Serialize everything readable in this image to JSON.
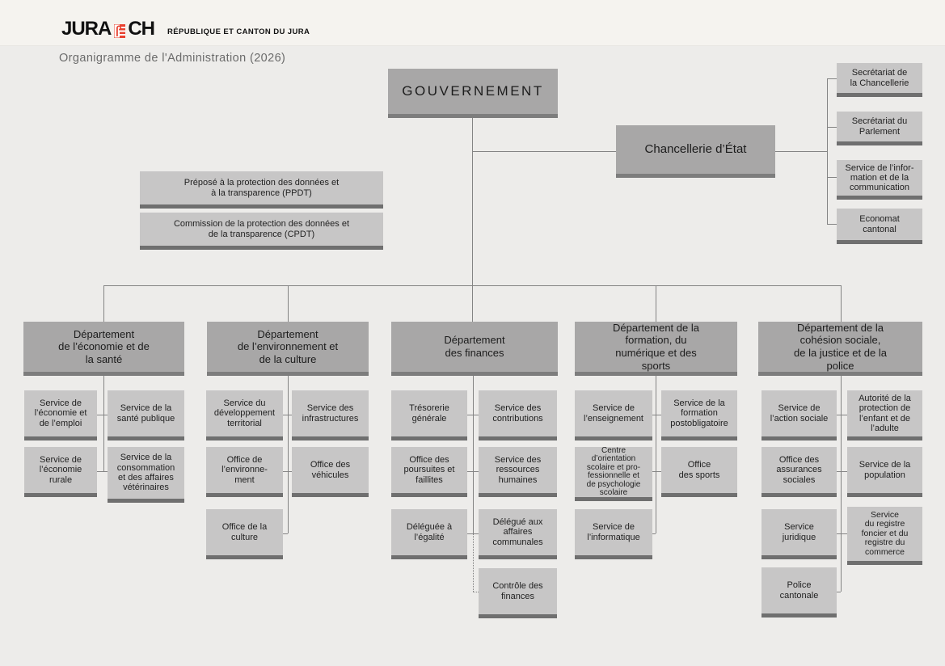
{
  "header": {
    "logo_jura": "JURA",
    "logo_ch": "CH",
    "logo_tagline": "RÉPUBLIQUE ET CANTON DU JURA",
    "title": "Organigramme de l'Administration (2026)"
  },
  "colors": {
    "accent_red": "#e8402f",
    "header_box_bg": "#a8a7a7",
    "header_box_border": "#7d7d7d",
    "sub_box_bg": "#c7c6c6",
    "sub_box_border": "#6f6f6f",
    "background": "#edecea",
    "top_band": "#f5f3ef",
    "connector": "#848484"
  },
  "government": {
    "label": "GOUVERNEMENT"
  },
  "chancellery": {
    "label": "Chancellerie d’État",
    "units": [
      {
        "label": "Secrétariat de\nla Chancellerie"
      },
      {
        "label": "Secrétariat du\nParlement"
      },
      {
        "label": "Service de l’infor-\nmation et de la\ncommunication"
      },
      {
        "label": "Economat\ncantonal"
      }
    ]
  },
  "data_protection": {
    "ppdt": "Préposé à la protection des données et\nà la transparence (PPDT)",
    "cpdt": "Commission de la protection des données et\nde la transparence (CPDT)"
  },
  "departments": [
    {
      "label": "Département\nde l’économie et de\nla santé",
      "services": [
        "Service de\nl’économie et\nde l’emploi",
        "Service de la\nsanté publique",
        "Service de\nl’économie\nrurale",
        "Service de la\nconsommation\net des affaires\nvétérinaires"
      ]
    },
    {
      "label": "Département\nde l’environnement et\nde la culture",
      "services": [
        "Service du\ndéveloppement\nterritorial",
        "Service des\ninfrastructures",
        "Office de\nl’environne-\nment",
        "Office des\nvéhicules",
        "Office de la\nculture"
      ]
    },
    {
      "label": "Département\ndes finances",
      "services": [
        "Trésorerie\ngénérale",
        "Service des\ncontributions",
        "Office des\npoursuites et\nfaillites",
        "Service des\nressources\nhumaines",
        "Déléguée à\nl’égalité",
        "Délégué aux\naffaires\ncommunales",
        "Contrôle des\nfinances"
      ]
    },
    {
      "label": "Département de la\nformation, du\nnumérique et des\nsports",
      "services": [
        "Service de\nl’enseignement",
        "Service de la\nformation\npostobligatoire",
        "Centre\nd’orientation\nscolaire et pro-\nfessionnelle et\nde psychologie\nscolaire",
        "Office\ndes sports",
        "Service de\nl’informatique"
      ]
    },
    {
      "label": "Département de la\ncohésion sociale,\nde la justice et de la\npolice",
      "services": [
        "Service de\nl’action sociale",
        "Autorité de la\nprotection de\nl’enfant et de\nl’adulte",
        "Office des\nassurances\nsociales",
        "Service de la\npopulation",
        "Service\njuridique",
        "Service\ndu registre\nfoncier et du\nregistre du\ncommerce",
        "Police\ncantonale"
      ]
    }
  ]
}
